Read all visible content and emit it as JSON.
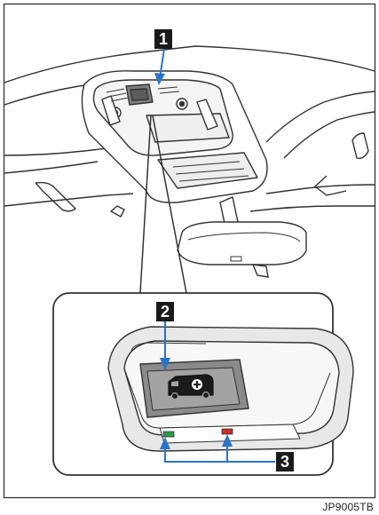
{
  "callouts": {
    "c1": "1",
    "c2": "2",
    "c3": "3"
  },
  "figure_code": "JP9005TB",
  "icons": {
    "sos_button": "ambulance-icon",
    "green_led": "green-indicator-light",
    "red_led": "red-indicator-light"
  },
  "colors": {
    "green_led": "#2f9a4a",
    "red_led": "#cc2a2a",
    "button_fill": "#8a8a8a",
    "panel_gray": "#e6e6e6"
  }
}
